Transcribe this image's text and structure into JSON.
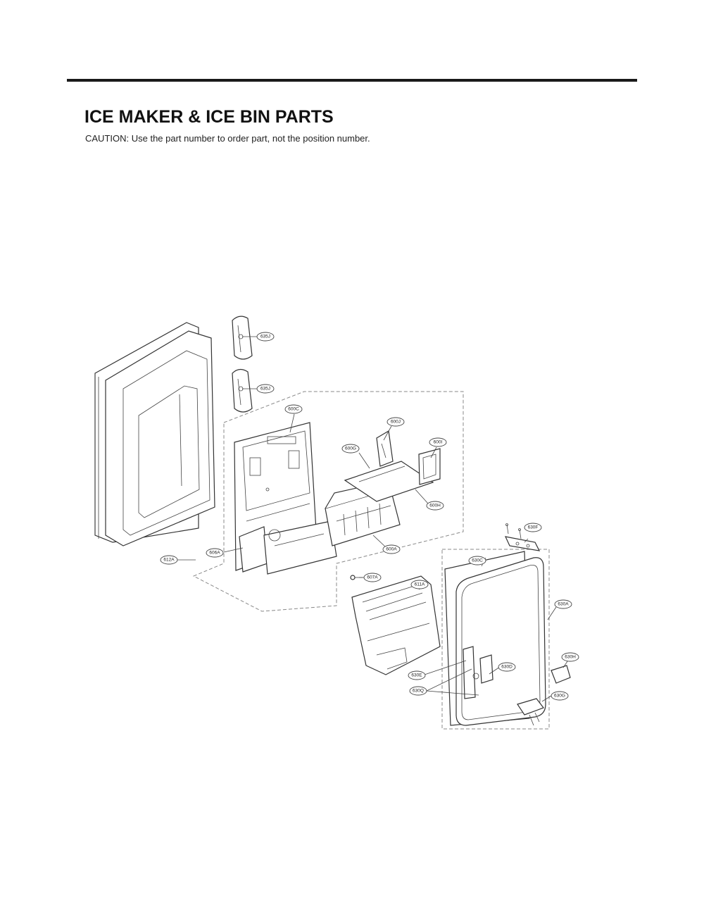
{
  "header": {
    "title": "ICE MAKER & ICE BIN PARTS",
    "caution": "CAUTION: Use the part number to order part, not the position number."
  },
  "callouts": {
    "p635j_top": "635J",
    "p635j_bottom": "635J",
    "p600c": "600C",
    "p600j": "600J",
    "p600g": "600G",
    "p600i": "600I",
    "p600h": "600H",
    "p600a": "600A",
    "p606a": "606A",
    "p612a": "612A",
    "p607a": "607A",
    "p611a": "611A",
    "p630c": "630C",
    "p630f": "630F",
    "p630a": "630A",
    "p630h": "630H",
    "p630e": "630E",
    "p630d": "630D",
    "p630q": "630Q",
    "p630g": "630G"
  }
}
